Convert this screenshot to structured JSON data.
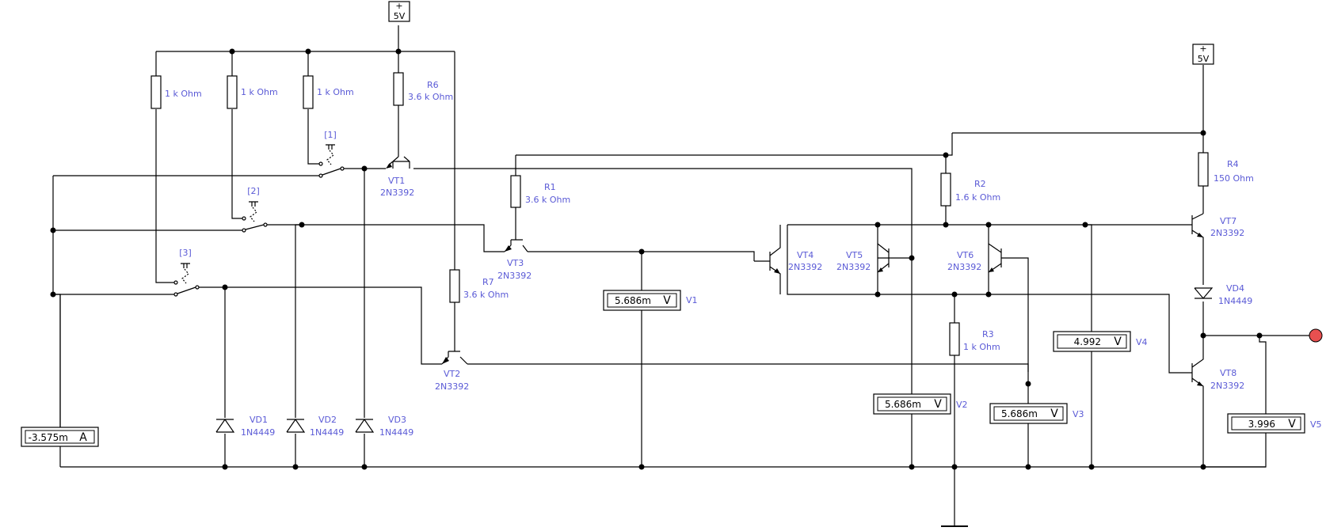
{
  "sources": [
    {
      "id": "src1",
      "plus": "+",
      "value": "5V"
    },
    {
      "id": "src2",
      "plus": "+",
      "value": "5V"
    }
  ],
  "resistors": {
    "ra": {
      "value": "1 k Ohm"
    },
    "rb": {
      "value": "1 k Ohm"
    },
    "rc": {
      "value": "1 k Ohm"
    },
    "r6": {
      "name": "R6",
      "value": "3.6 k Ohm"
    },
    "r1": {
      "name": "R1",
      "value": "3.6 k Ohm"
    },
    "r7": {
      "name": "R7",
      "value": "3.6 k Ohm"
    },
    "r2": {
      "name": "R2",
      "value": "1.6 k Ohm"
    },
    "r3": {
      "name": "R3",
      "value": "1 k Ohm"
    },
    "r4": {
      "name": "R4",
      "value": "150  Ohm"
    }
  },
  "switches": [
    {
      "label": "[1]"
    },
    {
      "label": "[2]"
    },
    {
      "label": "[3]"
    }
  ],
  "transistors": {
    "vt1": {
      "name": "VT1",
      "model": "2N3392"
    },
    "vt2": {
      "name": "VT2",
      "model": "2N3392"
    },
    "vt3": {
      "name": "VT3",
      "model": "2N3392"
    },
    "vt4": {
      "name": "VT4",
      "model": "2N3392"
    },
    "vt5": {
      "name": "VT5",
      "model": "2N3392"
    },
    "vt6": {
      "name": "VT6",
      "model": "2N3392"
    },
    "vt7": {
      "name": "VT7",
      "model": "2N3392"
    },
    "vt8": {
      "name": "VT8",
      "model": "2N3392"
    }
  },
  "diodes": {
    "vd1": {
      "name": "VD1",
      "model": "1N4449"
    },
    "vd2": {
      "name": "VD2",
      "model": "1N4449"
    },
    "vd3": {
      "name": "VD3",
      "model": "1N4449"
    },
    "vd4": {
      "name": "VD4",
      "model": "1N4449"
    }
  },
  "meters": {
    "ammeter": {
      "reading": "-3.575m",
      "unit": "A"
    },
    "v1": {
      "name": "V1",
      "reading": "5.686m",
      "unit": "V"
    },
    "v2": {
      "name": "V2",
      "reading": "5.686m",
      "unit": "V"
    },
    "v3": {
      "name": "V3",
      "reading": "5.686m",
      "unit": "V"
    },
    "v4": {
      "name": "V4",
      "reading": "4.992",
      "unit": "V"
    },
    "v5": {
      "name": "V5",
      "reading": "3.996",
      "unit": "V"
    }
  },
  "output_probe_color": "#e85050",
  "label_color": "#5a5ad6"
}
